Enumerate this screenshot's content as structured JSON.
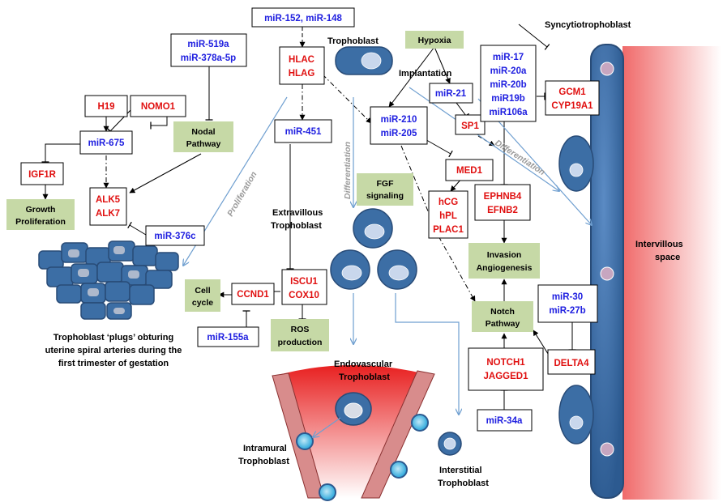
{
  "colors": {
    "mirna_text": "#2020e0",
    "gene_text": "#e01010",
    "process_box": "#c6d9a6",
    "cell_blue": "#3c6ea5",
    "vessel_red": "#e82020",
    "arrow_blue": "#6f9fd0"
  },
  "mirna": {
    "m152_148": "miR-152, miR-148",
    "m519a": "miR-519a",
    "m378a": "miR-378a-5p",
    "m675": "miR-675",
    "m451": "miR-451",
    "m21": "miR-21",
    "m210": "miR-210",
    "m205": "miR-205",
    "m17": "miR-17",
    "m20a": "miR-20a",
    "m20b": "miR-20b",
    "m19b": "miR19b",
    "m106a": "miR106a",
    "m376c": "miR-376c",
    "m155a": "miR-155a",
    "m30": "miR-30",
    "m27b": "miR-27b",
    "m34a": "miR-34a"
  },
  "genes": {
    "hlac": "HLAC",
    "hlag": "HLAG",
    "h19": "H19",
    "nomo1": "NOMO1",
    "igf1r": "IGF1R",
    "alk5": "ALK5",
    "alk7": "ALK7",
    "sp1": "SP1",
    "gcm1": "GCM1",
    "cyp19a1": "CYP19A1",
    "med1": "MED1",
    "hcg": "hCG",
    "hpl": "hPL",
    "plac1": "PLAC1",
    "ephnb4": "EPHNB4",
    "efnb2": "EFNB2",
    "iscu1": "ISCU1",
    "cox10": "COX10",
    "ccnd1": "CCND1",
    "notch1": "NOTCH1",
    "jagged1": "JAGGED1",
    "delta4": "DELTA4"
  },
  "processes": {
    "hypoxia": "Hypoxia",
    "nodal_1": "Nodal",
    "nodal_2": "Pathway",
    "growth_1": "Growth",
    "growth_2": "Proliferation",
    "fgf_1": "FGF",
    "fgf_2": "signaling",
    "invasion_1": "Invasion",
    "invasion_2": "Angiogenesis",
    "cellcycle_1": "Cell",
    "cellcycle_2": "cycle",
    "ros_1": "ROS",
    "ros_2": "production",
    "notch_1": "Notch",
    "notch_2": "Pathway"
  },
  "labels": {
    "trophoblast": "Trophoblast",
    "syncytio": "Syncytiotrophoblast",
    "implantation": "Implantation",
    "evt_1": "Extravillous",
    "evt_2": "Trophoblast",
    "endo_1": "Endovascular",
    "endo_2": "Trophoblast",
    "intramural_1": "Intramural",
    "intramural_2": "Trophoblast",
    "interstitial_1": "Interstitial",
    "interstitial_2": "Trophoblast",
    "intervillous_1": "Intervillous",
    "intervillous_2": "space",
    "plugs_1": "Trophoblast ‘plugs’ obturing",
    "plugs_2": "uterine spiral arteries during the",
    "plugs_3": "first trimester of gestation",
    "proliferation": "Proliferation",
    "differentiation_1": "Differentiation",
    "differentiation_2": "Differentiation"
  }
}
